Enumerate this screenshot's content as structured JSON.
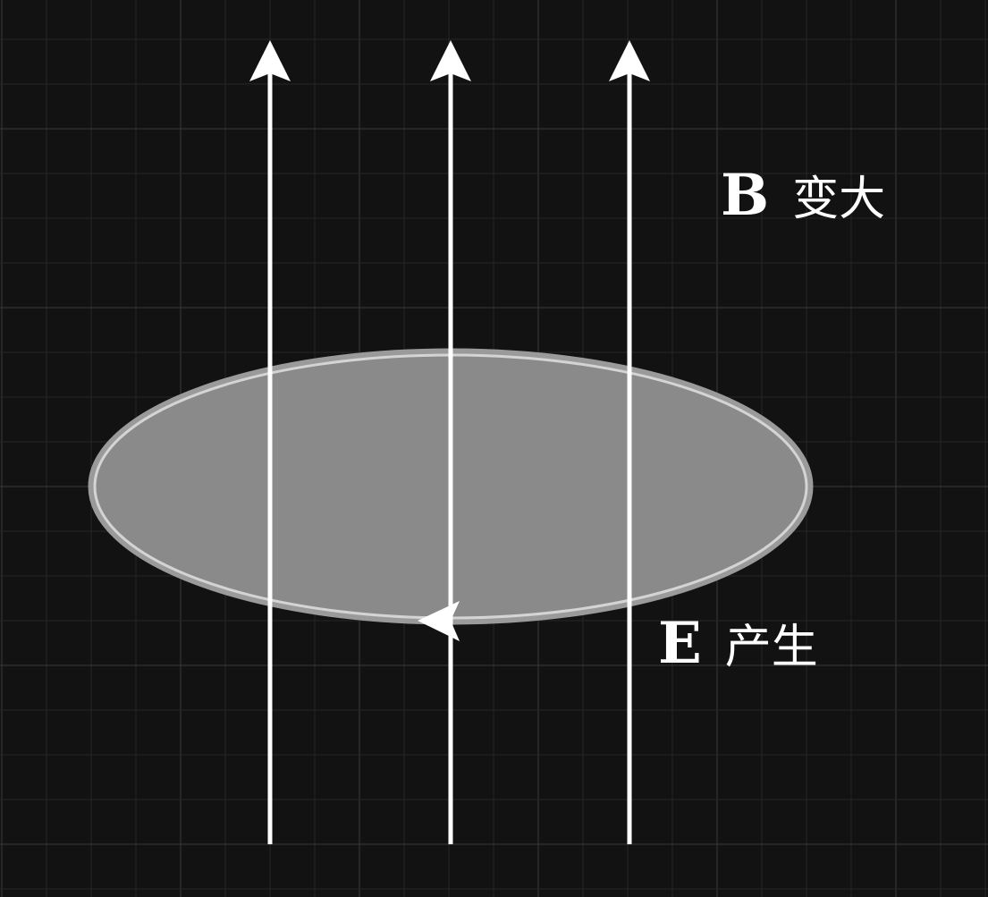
{
  "labels": {
    "b_symbol": "B",
    "b_text": "变大",
    "e_symbol": "E",
    "e_text": "产生"
  },
  "colors": {
    "background": "#121212",
    "grid_minor": "#262626",
    "grid_major": "#3a3a3a",
    "field_line": "#ffffff",
    "loop_fill": "#8a8a8a",
    "loop_edge_outer": "#9a9a9a",
    "loop_edge_inner": "#d4d4d4",
    "text": "#ffffff"
  },
  "icons": {
    "field_arrow": "arrow-up-icon",
    "circulation_arrow": "arrow-left-icon"
  }
}
